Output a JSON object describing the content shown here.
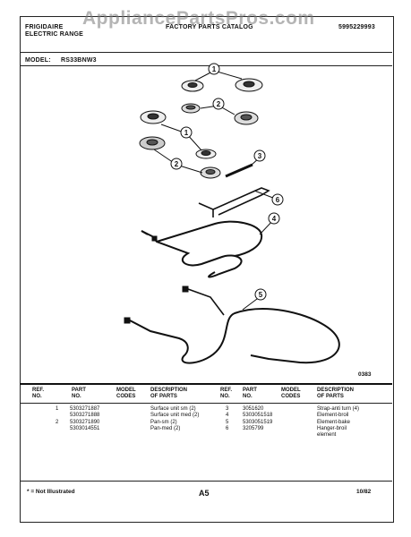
{
  "watermark": "AppliancePartsPros.com",
  "header": {
    "brand": "FRIGIDAIRE",
    "product": "ELECTRIC RANGE",
    "catalog_title": "FACTORY PARTS CATALOG",
    "catalog_number": "5995229993",
    "model_label": "MODEL:",
    "model_value": "RS33BNW3"
  },
  "diagram": {
    "callouts": [
      "1",
      "2",
      "1",
      "2",
      "3",
      "6",
      "4",
      "5"
    ],
    "figure_code": "0383"
  },
  "table": {
    "headers": {
      "ref": "REF. NO.",
      "part": "PART NO.",
      "model": "MODEL CODES",
      "desc": "DESCRIPTION OF PARTS"
    },
    "left_rows": [
      {
        "ref": "1",
        "part": "5303271887",
        "model": "",
        "desc": "Surface unit sm (2)"
      },
      {
        "ref": "",
        "part": "5303271888",
        "model": "",
        "desc": "Surface unit med (2)"
      },
      {
        "ref": "2",
        "part": "5303271890",
        "model": "",
        "desc": "Pan-sm (2)"
      },
      {
        "ref": "",
        "part": "5303014551",
        "model": "",
        "desc": "Pan-med (2)"
      }
    ],
    "right_rows": [
      {
        "ref": "3",
        "part": "3051620",
        "model": "",
        "desc": "Strap-anti turn (4)"
      },
      {
        "ref": "4",
        "part": "5303051518",
        "model": "",
        "desc": "Element-broil"
      },
      {
        "ref": "5",
        "part": "5303051519",
        "model": "",
        "desc": "Element-bake"
      },
      {
        "ref": "6",
        "part": "3205799",
        "model": "",
        "desc": "Hanger-broil element"
      }
    ]
  },
  "footer": {
    "note": "* = Not Illustrated",
    "page": "A5",
    "date": "10/82"
  }
}
